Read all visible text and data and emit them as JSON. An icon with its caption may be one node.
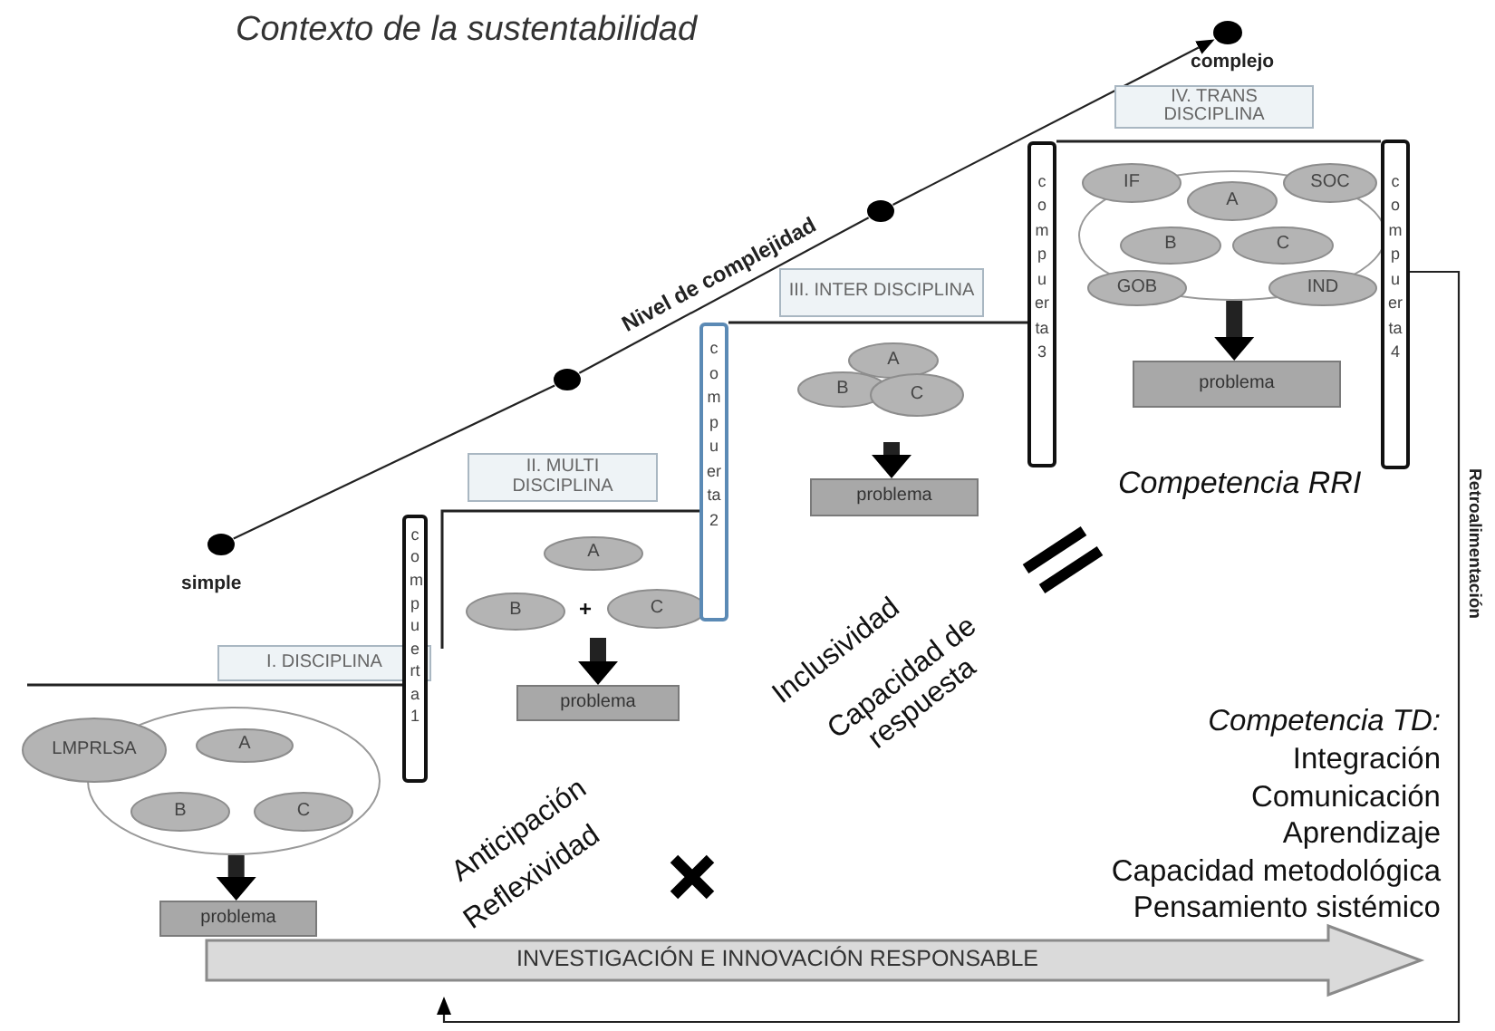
{
  "diagram": {
    "title": "Contexto de la sustentabilidad",
    "nodes": [
      {
        "text": [],
        "shape": "circle",
        "beside": [
          "simple"
        ]
      },
      {
        "text": [],
        "shape": "circle"
      },
      {
        "text": [],
        "shape": "circle"
      },
      {
        "text": [],
        "shape": "circle",
        "beside": [
          "complejo"
        ]
      },
      {
        "text": [
          "I. DISCIPLINA"
        ]
      },
      {
        "text": [],
        "shape": "ellipse"
      },
      {
        "text": [
          "LMPRLSA"
        ]
      },
      {
        "text": [
          "A"
        ],
        "in": 5
      },
      {
        "text": [
          "B"
        ],
        "in": 5
      },
      {
        "text": [
          "C"
        ],
        "in": 5
      },
      {
        "text": [
          "problema"
        ]
      },
      {
        "text": [
          "compuerta 1"
        ]
      },
      {
        "text": [
          "II. MULTI DISCIPLINA"
        ]
      },
      {
        "text": [
          "A"
        ]
      },
      {
        "text": [
          "B"
        ]
      },
      {
        "text": [
          "C"
        ]
      },
      {
        "text": [
          "problema"
        ]
      },
      {
        "text": [
          "compuerta 2"
        ]
      },
      {
        "text": [
          "III. INTER DISCIPLINA"
        ]
      },
      {
        "text": [
          "A"
        ]
      },
      {
        "text": [
          "B"
        ]
      },
      {
        "text": [
          "C"
        ]
      },
      {
        "text": [
          "problema"
        ]
      },
      {
        "text": [
          "compuerta 3"
        ]
      },
      {
        "text": [
          "IV. TRANS DISCIPLINA"
        ]
      },
      {
        "text": [],
        "shape": "ellipse"
      },
      {
        "text": [
          "IF"
        ]
      },
      {
        "text": [
          "A"
        ],
        "in": 25
      },
      {
        "text": [
          "SOC"
        ]
      },
      {
        "text": [
          "B"
        ],
        "in": 25
      },
      {
        "text": [
          "C"
        ],
        "in": 25
      },
      {
        "text": [
          "GOB"
        ]
      },
      {
        "text": [
          "IND"
        ]
      },
      {
        "text": [
          "problema"
        ]
      },
      {
        "text": [
          "compuerta 4"
        ]
      },
      {
        "text": [
          "INVESTIGACIÓN E INNOVACIÓN RESPONSABLE"
        ]
      }
    ],
    "edges": [
      {
        "from": 0,
        "to": 1,
        "arrow": "none"
      },
      {
        "from": 1,
        "to": 2,
        "arrow": "none",
        "label": "Nivel de complejidad"
      },
      {
        "from": 2,
        "to": 3,
        "arrow": "to"
      },
      {
        "from": 5,
        "to": 10,
        "arrow": "to",
        "style": "thick"
      },
      {
        "from": null,
        "to": 16,
        "arrow": "to",
        "style": "thick"
      },
      {
        "from": null,
        "to": 22,
        "arrow": "to",
        "style": "thick"
      },
      {
        "from": 25,
        "to": 33,
        "arrow": "to",
        "style": "thick"
      },
      {
        "from": 34,
        "to": 35,
        "arrow": "to",
        "label": "Retroalimentación"
      }
    ],
    "labels": [
      "+",
      "Competencia RRI",
      "Inclusividad",
      "Capacidad de respuesta",
      "Anticipación",
      "Reflexividad",
      "Competencia TD:",
      "Integración",
      "Comunicación",
      "Aprendizaje",
      "Capacidad metodológica",
      "Pensamiento sistémico"
    ]
  }
}
